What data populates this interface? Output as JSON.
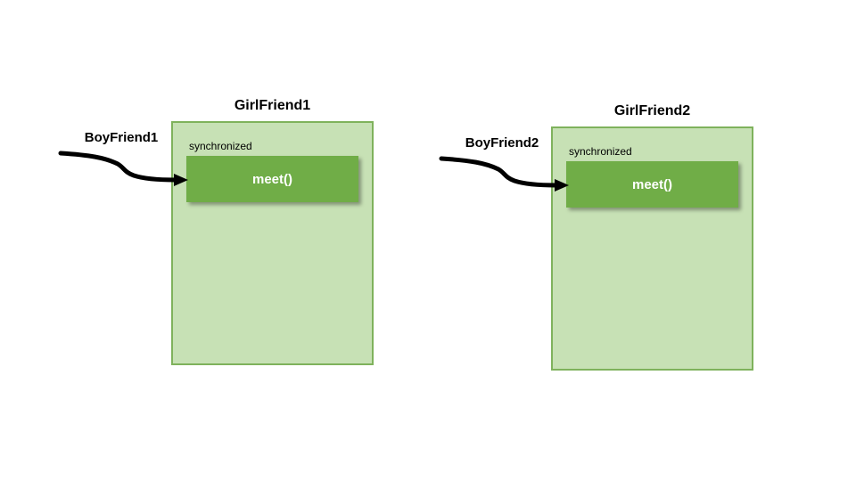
{
  "colors": {
    "object_box_fill": "#c7e1b5",
    "object_box_border": "#7fb25c",
    "method_box_fill": "#70ad47",
    "method_text": "#ffffff",
    "arrow": "#000000",
    "text": "#000000",
    "background": "#ffffff"
  },
  "diagrams": [
    {
      "title": "GirlFriend1",
      "caller": "BoyFriend1",
      "modifier": "synchronized",
      "method": "meet()"
    },
    {
      "title": "GirlFriend2",
      "caller": "BoyFriend2",
      "modifier": "synchronized",
      "method": "meet()"
    }
  ]
}
